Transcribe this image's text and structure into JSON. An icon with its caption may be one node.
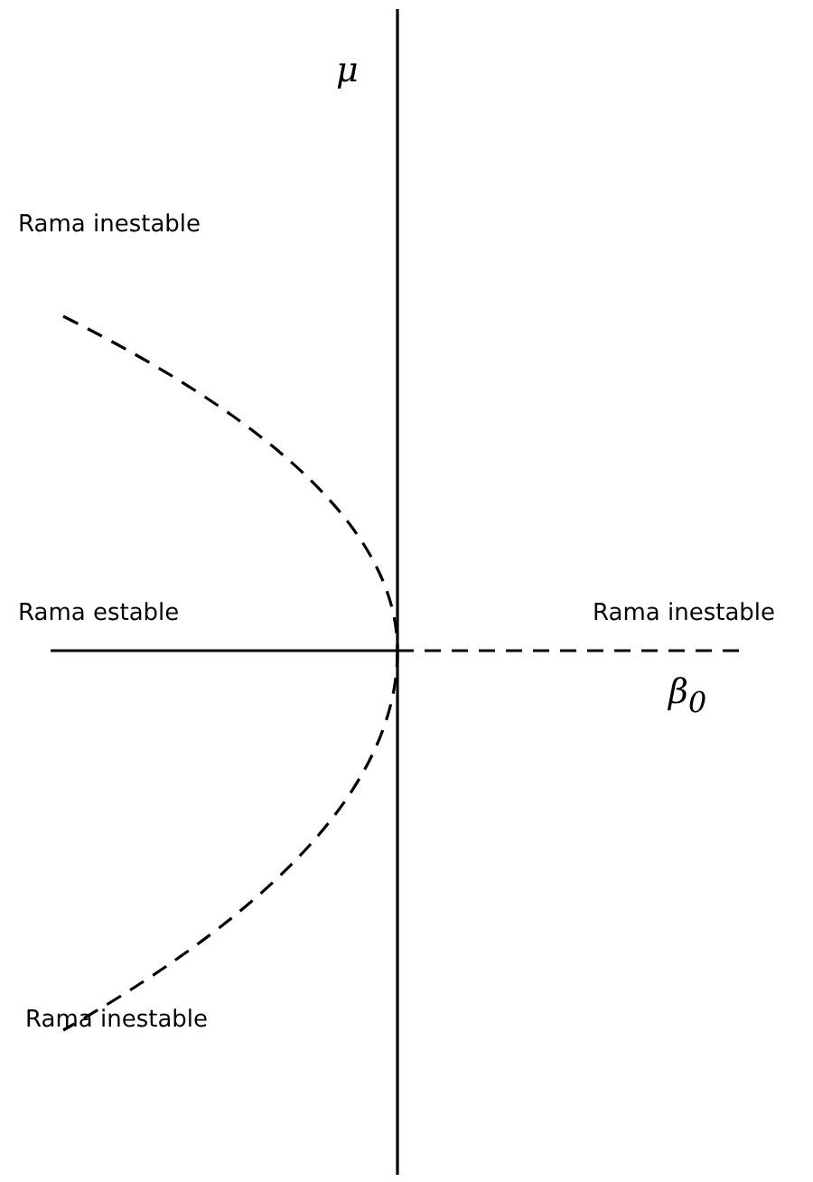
{
  "diagram": {
    "labels": [
      "μ",
      "Rama inestable",
      "Rama estable",
      "Rama inestable",
      "β$_{0}$",
      "Rama inestable"
    ]
  }
}
